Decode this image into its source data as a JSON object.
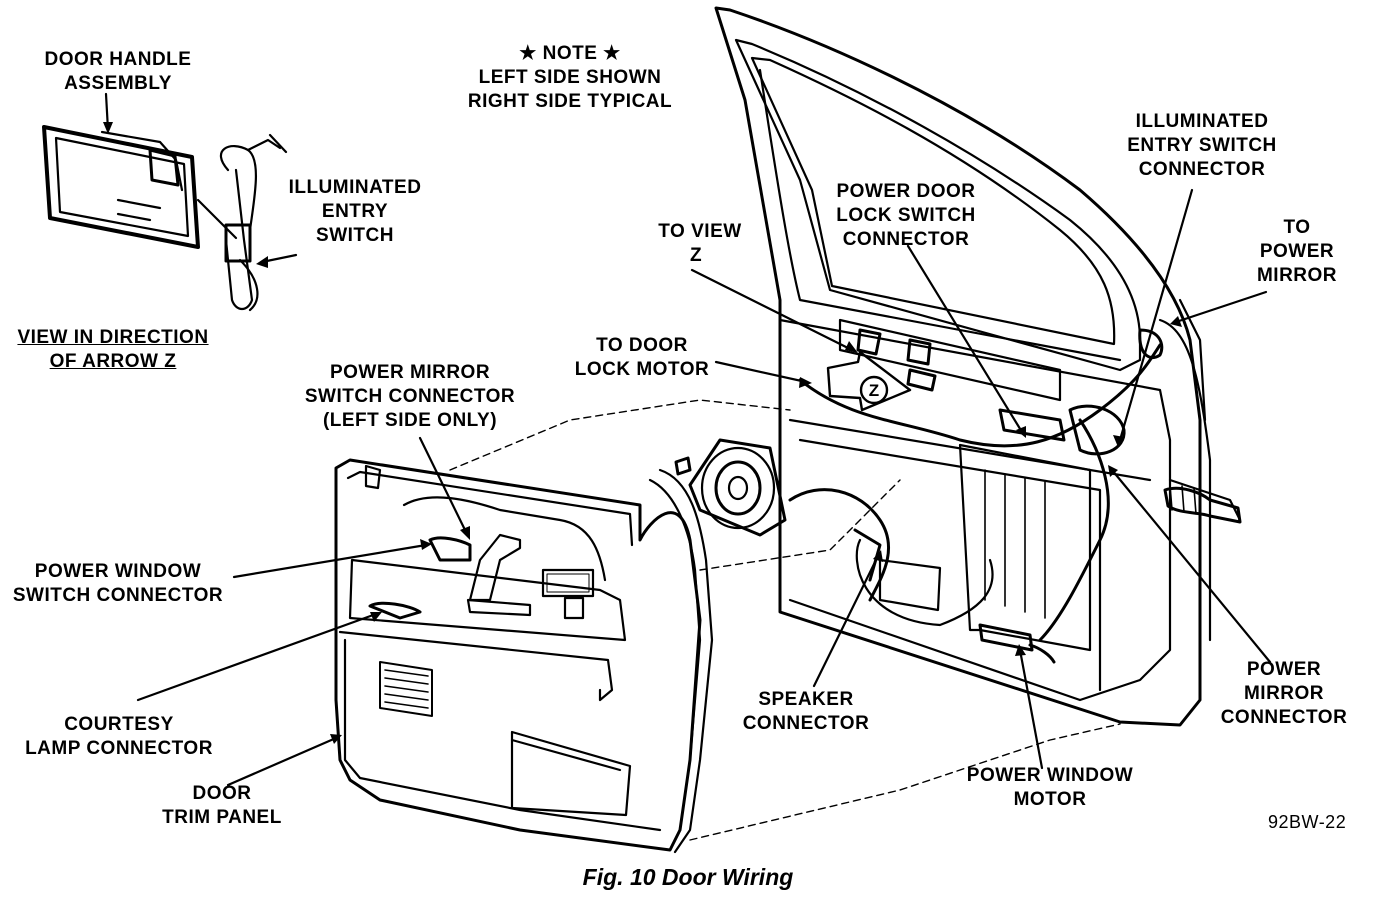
{
  "note": [
    "★ NOTE ★",
    "LEFT SIDE SHOWN",
    "RIGHT SIDE TYPICAL"
  ],
  "labels": {
    "door_handle": [
      "DOOR HANDLE",
      "ASSEMBLY"
    ],
    "illum_switch": [
      "ILLUMINATED",
      "ENTRY",
      "SWITCH"
    ],
    "view_z": [
      "VIEW IN DIRECTION",
      "OF ARROW Z"
    ],
    "mirror_switch": [
      "POWER MIRROR",
      "SWITCH CONNECTOR",
      "(LEFT SIDE ONLY)"
    ],
    "window_switch": [
      "POWER WINDOW",
      "SWITCH CONNECTOR"
    ],
    "courtesy": [
      "COURTESY",
      "LAMP CONNECTOR"
    ],
    "trim": [
      "DOOR",
      "TRIM PANEL"
    ],
    "to_view_z": [
      "TO VIEW",
      "Z"
    ],
    "lock_motor": [
      "TO DOOR",
      "LOCK MOTOR"
    ],
    "lock_switch": [
      "POWER DOOR",
      "LOCK SWITCH",
      "CONNECTOR"
    ],
    "illum_conn": [
      "ILLUMINATED",
      "ENTRY SWITCH",
      "CONNECTOR"
    ],
    "to_mirror": [
      "TO",
      "POWER",
      "MIRROR"
    ],
    "speaker": [
      "SPEAKER",
      "CONNECTOR"
    ],
    "window_motor": [
      "POWER WINDOW",
      "MOTOR"
    ],
    "mirror_conn": [
      "POWER",
      "MIRROR",
      "CONNECTOR"
    ]
  },
  "z_marker": "Z",
  "figure_code": "92BW-22",
  "caption": "Fig. 10 Door Wiring"
}
